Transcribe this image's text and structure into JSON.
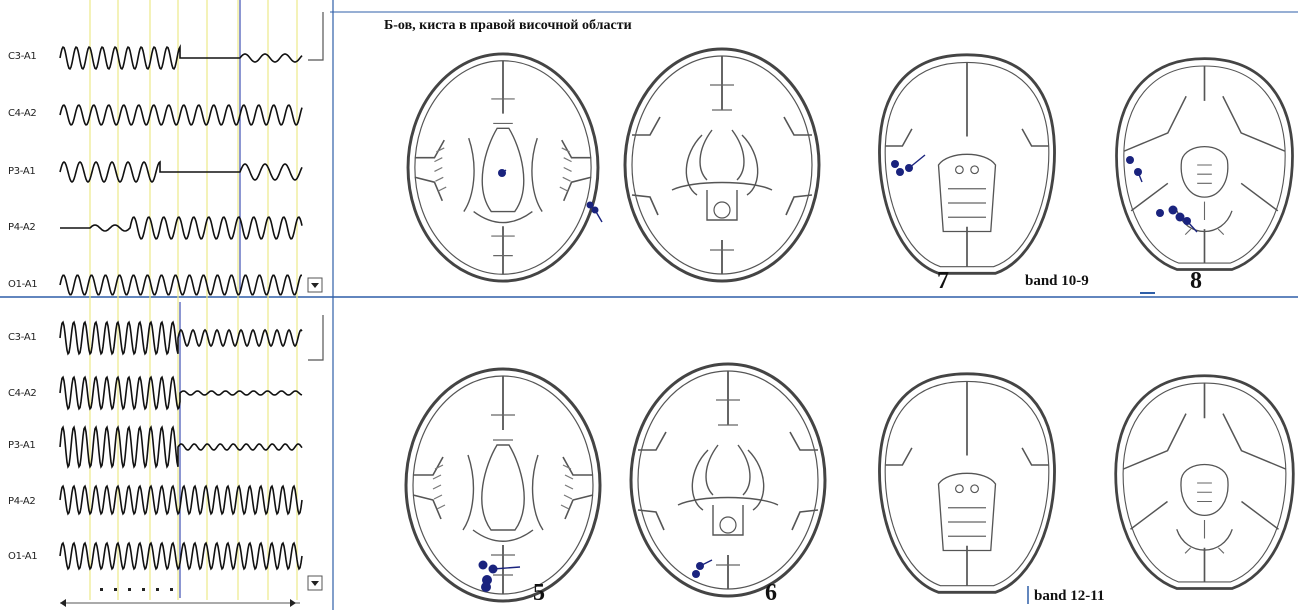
{
  "title": "Б-ов, киста в правой височной области",
  "top_panel": {
    "channels": [
      "C3-A1",
      "C4-A2",
      "P3-A1",
      "P4-A2",
      "O1-A1"
    ],
    "slice_numbers": [
      "7",
      "8"
    ],
    "band_label": "band 10-9"
  },
  "bottom_panel": {
    "channels": [
      "C3-A1",
      "C4-A2",
      "P3-A1",
      "P4-A2",
      "O1-A1"
    ],
    "slice_numbers": [
      "5",
      "6"
    ],
    "band_label": "band 12-11"
  },
  "colors": {
    "dipole": "#1a237e",
    "cursor": "#3f51b5",
    "marker": "#ece98a",
    "divider": "#2f5fa8",
    "outline": "#444444",
    "wave": "#111111"
  },
  "icons": [
    "scroll-down-arrow-icon",
    "scroll-left-arrow-icon",
    "scroll-right-arrow-icon"
  ]
}
